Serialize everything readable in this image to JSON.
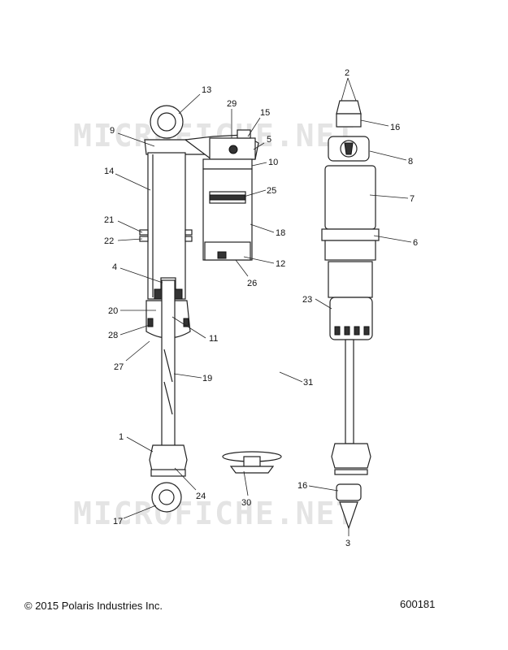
{
  "watermark": "MICROFICHE.NET",
  "copyright": "© 2015 Polaris Industries Inc.",
  "diagram_number": "600181",
  "callouts": [
    {
      "id": "c13",
      "text": "13"
    },
    {
      "id": "c29",
      "text": "29"
    },
    {
      "id": "c15",
      "text": "15"
    },
    {
      "id": "c9",
      "text": "9"
    },
    {
      "id": "c5",
      "text": "5"
    },
    {
      "id": "c10",
      "text": "10"
    },
    {
      "id": "c14",
      "text": "14"
    },
    {
      "id": "c25",
      "text": "25"
    },
    {
      "id": "c21",
      "text": "21"
    },
    {
      "id": "c22",
      "text": "22"
    },
    {
      "id": "c18",
      "text": "18"
    },
    {
      "id": "c12",
      "text": "12"
    },
    {
      "id": "c26",
      "text": "26"
    },
    {
      "id": "c4",
      "text": "4"
    },
    {
      "id": "c20",
      "text": "20"
    },
    {
      "id": "c11",
      "text": "11"
    },
    {
      "id": "c28",
      "text": "28"
    },
    {
      "id": "c27",
      "text": "27"
    },
    {
      "id": "c19",
      "text": "19"
    },
    {
      "id": "c31",
      "text": "31"
    },
    {
      "id": "c1",
      "text": "1"
    },
    {
      "id": "c24",
      "text": "24"
    },
    {
      "id": "c30",
      "text": "30"
    },
    {
      "id": "c17",
      "text": "17"
    },
    {
      "id": "c2",
      "text": "2"
    },
    {
      "id": "c16a",
      "text": "16"
    },
    {
      "id": "c8",
      "text": "8"
    },
    {
      "id": "c7",
      "text": "7"
    },
    {
      "id": "c6",
      "text": "6"
    },
    {
      "id": "c23",
      "text": "23"
    },
    {
      "id": "c16b",
      "text": "16"
    },
    {
      "id": "c3",
      "text": "3"
    }
  ]
}
